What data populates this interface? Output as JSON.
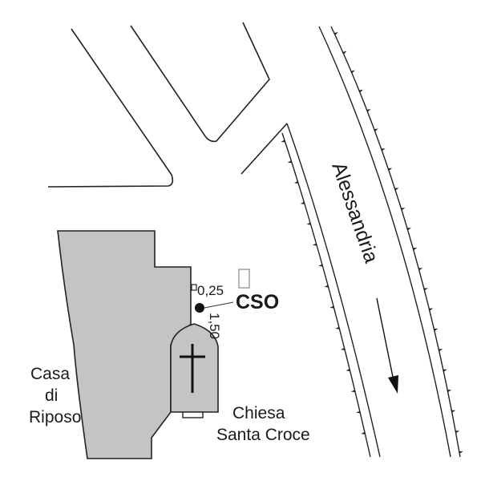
{
  "map": {
    "labels": {
      "railway_direction": "Alessandria",
      "casa_line1": "Casa",
      "casa_line2": "di",
      "casa_line3": "Riposo",
      "chiesa_line1": "Chiesa",
      "chiesa_line2": "Santa Croce",
      "station": "CSO",
      "measure_1": "0,25",
      "measure_2": "1,50"
    },
    "colors": {
      "building_fill": "#c4c4c4",
      "line": "#222222",
      "background": "#ffffff"
    },
    "icons": {
      "church": "cross-icon",
      "station_point": "filled-circle",
      "direction": "arrow-down"
    }
  }
}
